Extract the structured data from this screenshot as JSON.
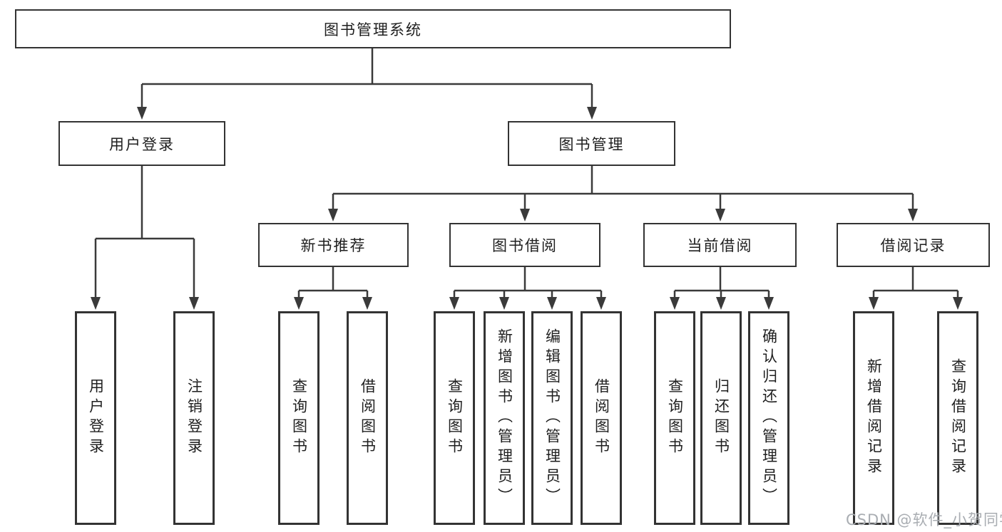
{
  "tree": {
    "root": {
      "label": "图书管理系统"
    },
    "branches": [
      {
        "label": "用户登录",
        "children": [
          {
            "label": "用户登录"
          },
          {
            "label": "注销登录"
          }
        ]
      },
      {
        "label": "图书管理",
        "children": [
          {
            "label": "新书推荐",
            "children": [
              {
                "label": "查询图书"
              },
              {
                "label": "借阅图书"
              }
            ]
          },
          {
            "label": "图书借阅",
            "children": [
              {
                "label": "查询图书"
              },
              {
                "label": "新增图书（管理员）"
              },
              {
                "label": "编辑图书（管理员）"
              },
              {
                "label": "借阅图书"
              }
            ]
          },
          {
            "label": "当前借阅",
            "children": [
              {
                "label": "查询图书"
              },
              {
                "label": "归还图书"
              },
              {
                "label": "确认归还（管理员）"
              }
            ]
          },
          {
            "label": "借阅记录",
            "children": [
              {
                "label": "新增借阅记录"
              },
              {
                "label": "查询借阅记录"
              }
            ]
          }
        ]
      }
    ]
  },
  "watermark": {
    "text": "CSDN @软件_小贺同学",
    "color": "#a9adb2"
  },
  "colors": {
    "line": "#3a3a3a",
    "box_border": "#333333",
    "box_fill": "#ffffff",
    "text": "#1f1f1f",
    "background": "#ffffff"
  }
}
